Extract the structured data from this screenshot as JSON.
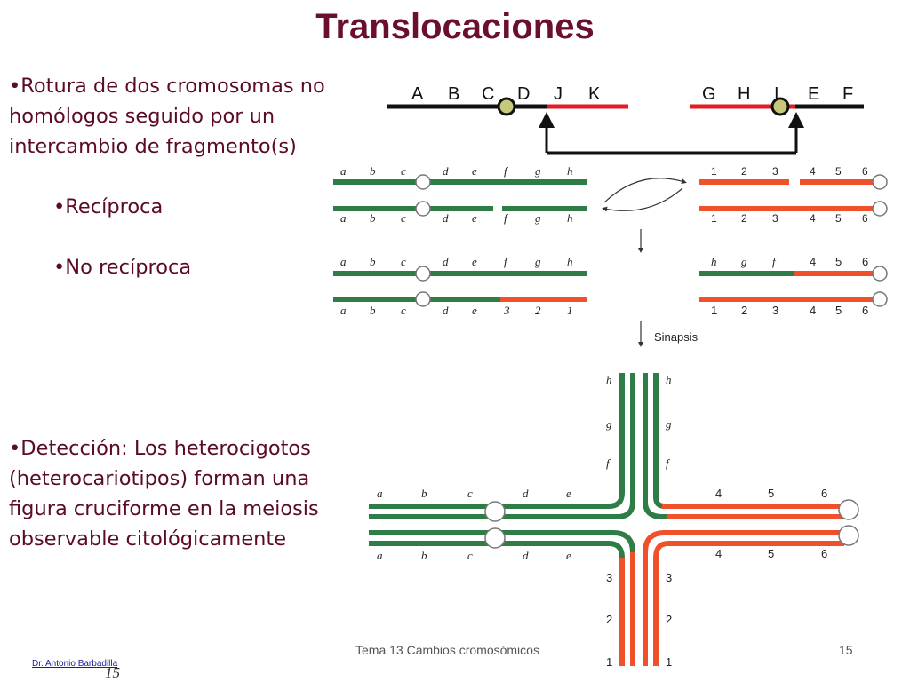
{
  "slide": {
    "title": "Translocaciones",
    "bullets": {
      "b1": "•Rotura de dos cromosomas no homólogos seguido por un intercambio de fragmento(s)",
      "b2": "•Recíproca",
      "b3": "•No recíproca",
      "b4": "•Detección: Los heterocigotos (heterocariotipos) forman una figura cruciforme en la meiosis observable citológicamente"
    },
    "footer": "Tema 13 Cambios cromosómicos",
    "page_number": "15",
    "author": "Dr. Antonio Barbadilla",
    "handwritten_number": "15"
  },
  "top_diagram": {
    "left_letters": [
      "A",
      "B",
      "C",
      "D",
      "J",
      "K"
    ],
    "right_letters": [
      "G",
      "H",
      "I",
      "E",
      "F"
    ]
  },
  "diagram": {
    "greek_letters": [
      "a",
      "b",
      "c",
      "d",
      "e",
      "f",
      "g",
      "h"
    ],
    "row2_left_lower": [
      "a",
      "b",
      "c",
      "d",
      "e",
      "3",
      "2",
      "1"
    ],
    "numbers": [
      "1",
      "2",
      "3",
      "4",
      "5",
      "6"
    ],
    "row2_right_upper": [
      "h",
      "g",
      "f",
      "4",
      "5",
      "6"
    ],
    "sinapsis": "Sinapsis",
    "cross_top": [
      "h",
      "g",
      "f"
    ],
    "cross_left": [
      "a",
      "b",
      "c",
      "d",
      "e"
    ],
    "cross_right": [
      "4",
      "5",
      "6"
    ],
    "cross_bottom": [
      "3",
      "2",
      "1"
    ]
  },
  "colors": {
    "title": "#6b0f2f",
    "text": "#5b0a27",
    "green": "#2e7d46",
    "orange": "#f0502a",
    "red": "#e31b23",
    "black": "#111111",
    "centromere": "#c8c87a"
  }
}
